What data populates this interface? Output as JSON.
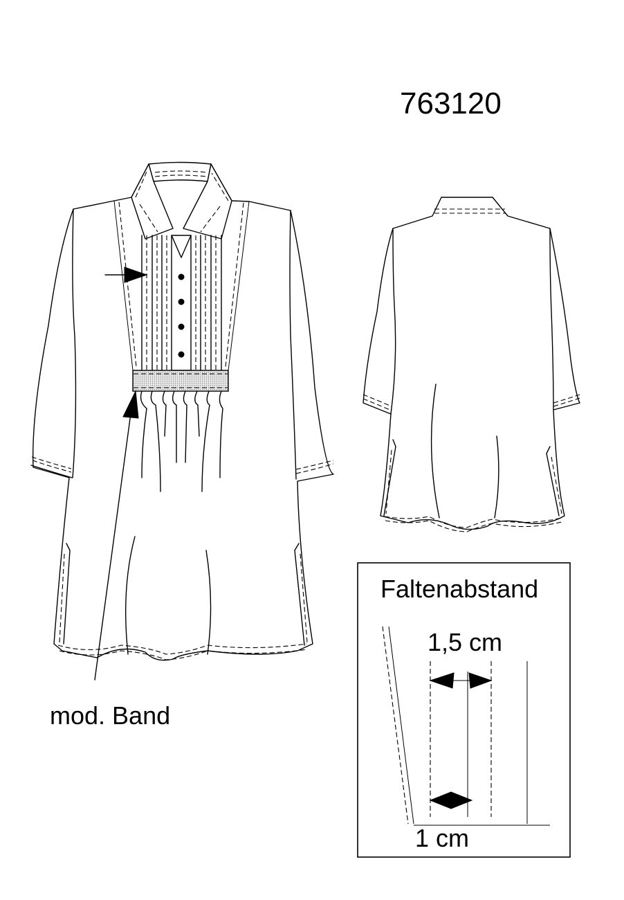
{
  "labels": {
    "model_number": "763120",
    "band_annotation": "mod. Band",
    "detail_title": "Faltenabstand",
    "spacing_large": "1,5 cm",
    "spacing_small": "1 cm"
  },
  "colors": {
    "ink": "#000000",
    "paper": "#ffffff",
    "band_fill": "#d9d9d9"
  }
}
